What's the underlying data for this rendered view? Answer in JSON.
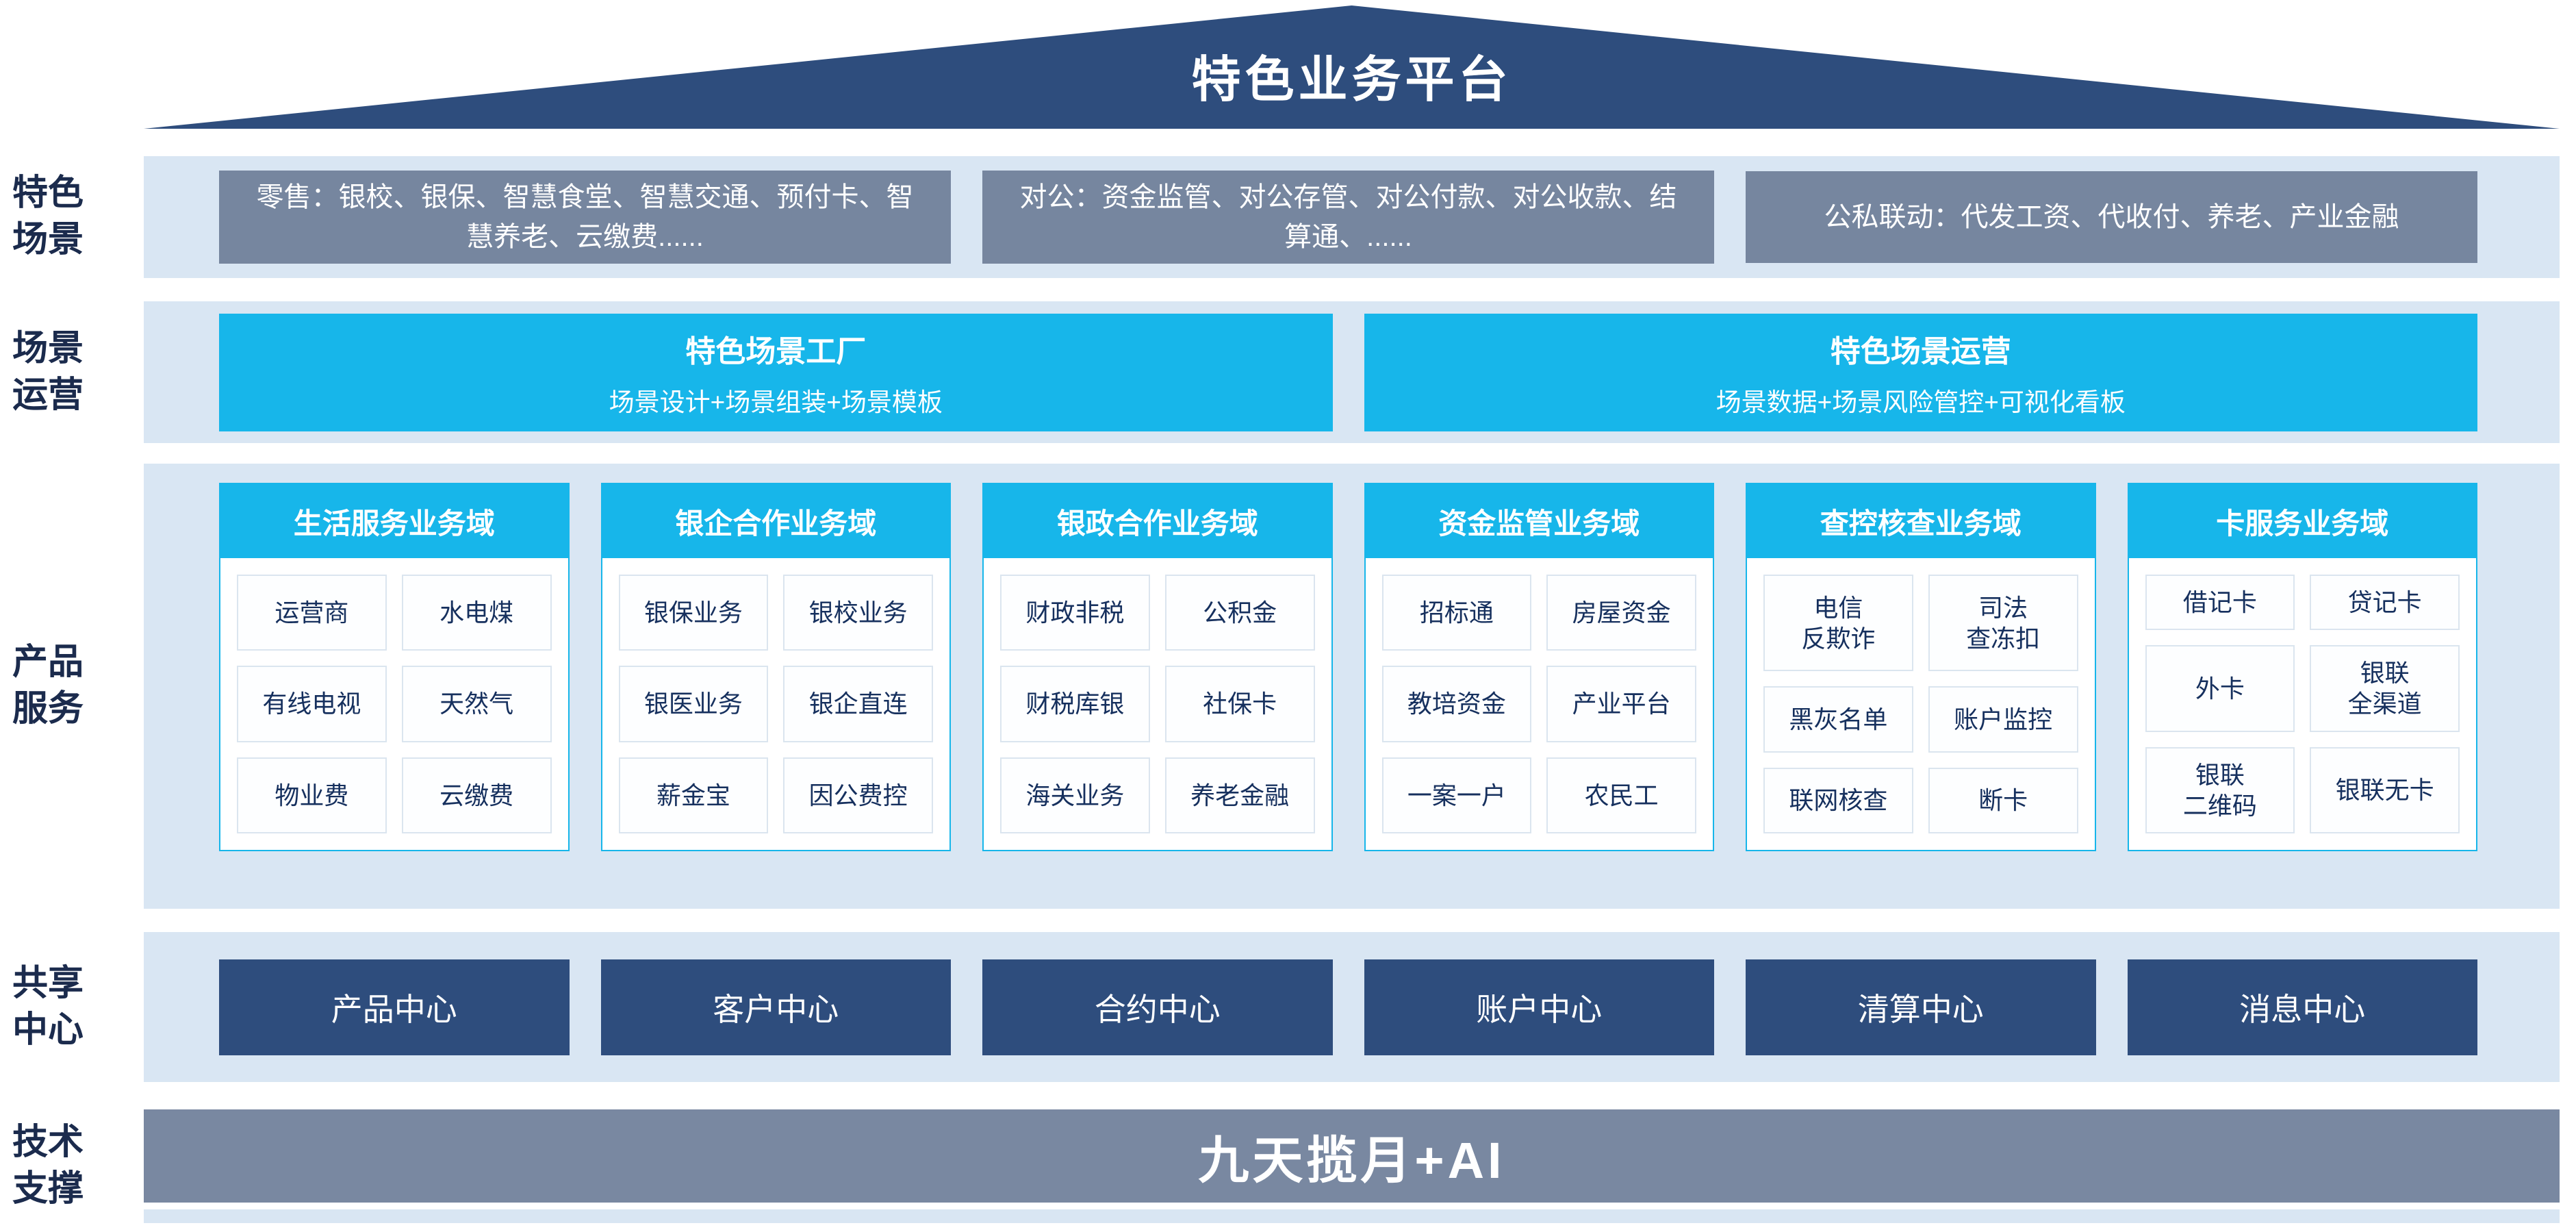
{
  "title": "特色业务平台",
  "colors": {
    "roof": "#2e4d7d",
    "band_bg": "#d9e6f3",
    "slate_box": "#76869f",
    "cyan": "#17b6ea",
    "navy_box": "#2e4d7d",
    "tech_bar": "#7988a1",
    "cell_text": "#16305e",
    "label_text": "#1b2b4d"
  },
  "rows": {
    "scenes": {
      "label": "特色场景",
      "boxes": [
        "零售：银校、银保、智慧食堂、智慧交通、预付卡、智慧养老、云缴费......",
        "对公：资金监管、对公存管、对公付款、对公收款、结算通、......",
        "公私联动：代发工资、代收付、养老、产业金融"
      ]
    },
    "operations": {
      "label": "场景运营",
      "boxes": [
        {
          "title": "特色场景工厂",
          "subtitle": "场景设计+场景组装+场景模板"
        },
        {
          "title": "特色场景运营",
          "subtitle": "场景数据+场景风险管控+可视化看板"
        }
      ]
    },
    "products": {
      "label": "产品服务",
      "columns": [
        {
          "header": "生活服务业务域",
          "cells": [
            "运营商",
            "水电煤",
            "有线电视",
            "天然气",
            "物业费",
            "云缴费"
          ]
        },
        {
          "header": "银企合作业务域",
          "cells": [
            "银保业务",
            "银校业务",
            "银医业务",
            "银企直连",
            "薪金宝",
            "因公费控"
          ]
        },
        {
          "header": "银政合作业务域",
          "cells": [
            "财政非税",
            "公积金",
            "财税库银",
            "社保卡",
            "海关业务",
            "养老金融"
          ]
        },
        {
          "header": "资金监管业务域",
          "cells": [
            "招标通",
            "房屋资金",
            "教培资金",
            "产业平台",
            "一案一户",
            "农民工"
          ]
        },
        {
          "header": "查控核查业务域",
          "cells": [
            "电信\n反欺诈",
            "司法\n查冻扣",
            "黑灰名单",
            "账户监控",
            "联网核查",
            "断卡"
          ]
        },
        {
          "header": "卡服务业务域",
          "cells": [
            "借记卡",
            "贷记卡",
            "外卡",
            "银联\n全渠道",
            "银联\n二维码",
            "银联无卡"
          ]
        }
      ]
    },
    "centers": {
      "label": "共享中心",
      "boxes": [
        "产品中心",
        "客户中心",
        "合约中心",
        "账户中心",
        "清算中心",
        "消息中心"
      ]
    },
    "tech": {
      "label": "技术支撑",
      "text": "九天揽月+AI"
    }
  }
}
